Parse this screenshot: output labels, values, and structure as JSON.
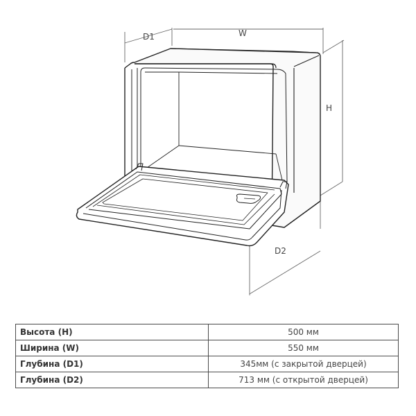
{
  "diagram": {
    "labels": {
      "d1": "D1",
      "w": "W",
      "h": "H",
      "d2": "D2"
    }
  },
  "specs": [
    {
      "name": "Высота (H)",
      "value": "500 мм"
    },
    {
      "name": "Ширина (W)",
      "value": "550 мм"
    },
    {
      "name": "Глубина (D1)",
      "value": "345мм (с закрытой дверцей)"
    },
    {
      "name": "Глубина (D2)",
      "value": "713 мм (с открытой дверцей)"
    }
  ]
}
